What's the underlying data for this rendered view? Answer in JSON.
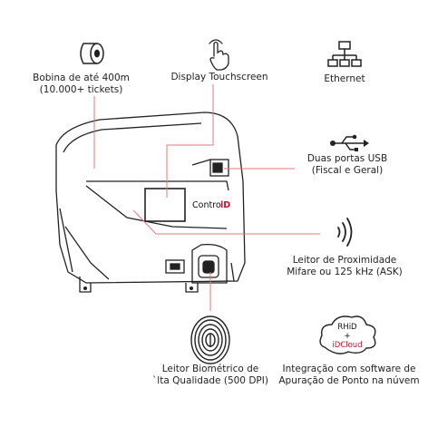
{
  "features": {
    "roll": {
      "line1": "Bobina de até 400m",
      "line2": "(10.000+ tickets)"
    },
    "display": {
      "line1": "Display Touchscreen"
    },
    "ethernet": {
      "line1": "Ethernet"
    },
    "usb": {
      "line1": "Duas portas USB",
      "line2": "(Fiscal e Geral)"
    },
    "proximity": {
      "line1": "Leitor de Proximidade",
      "line2": "Mifare ou 125 kHz (ASK)"
    },
    "biometric": {
      "line1": "Leitor Biométrico de",
      "line2": "`lta Qualidade (500 DPI)"
    },
    "software": {
      "line1": "Integração com software de",
      "line2": "Apuração de Ponto na núvem"
    }
  },
  "device_brand": {
    "prefix": "Control",
    "suffix": "iD"
  },
  "cloud_badge": {
    "line1": "RHiD",
    "line2": "+",
    "line3": "iDCloud"
  },
  "colors": {
    "accent": "#c8102e",
    "line": "#e07a7a",
    "ink": "#222222"
  }
}
